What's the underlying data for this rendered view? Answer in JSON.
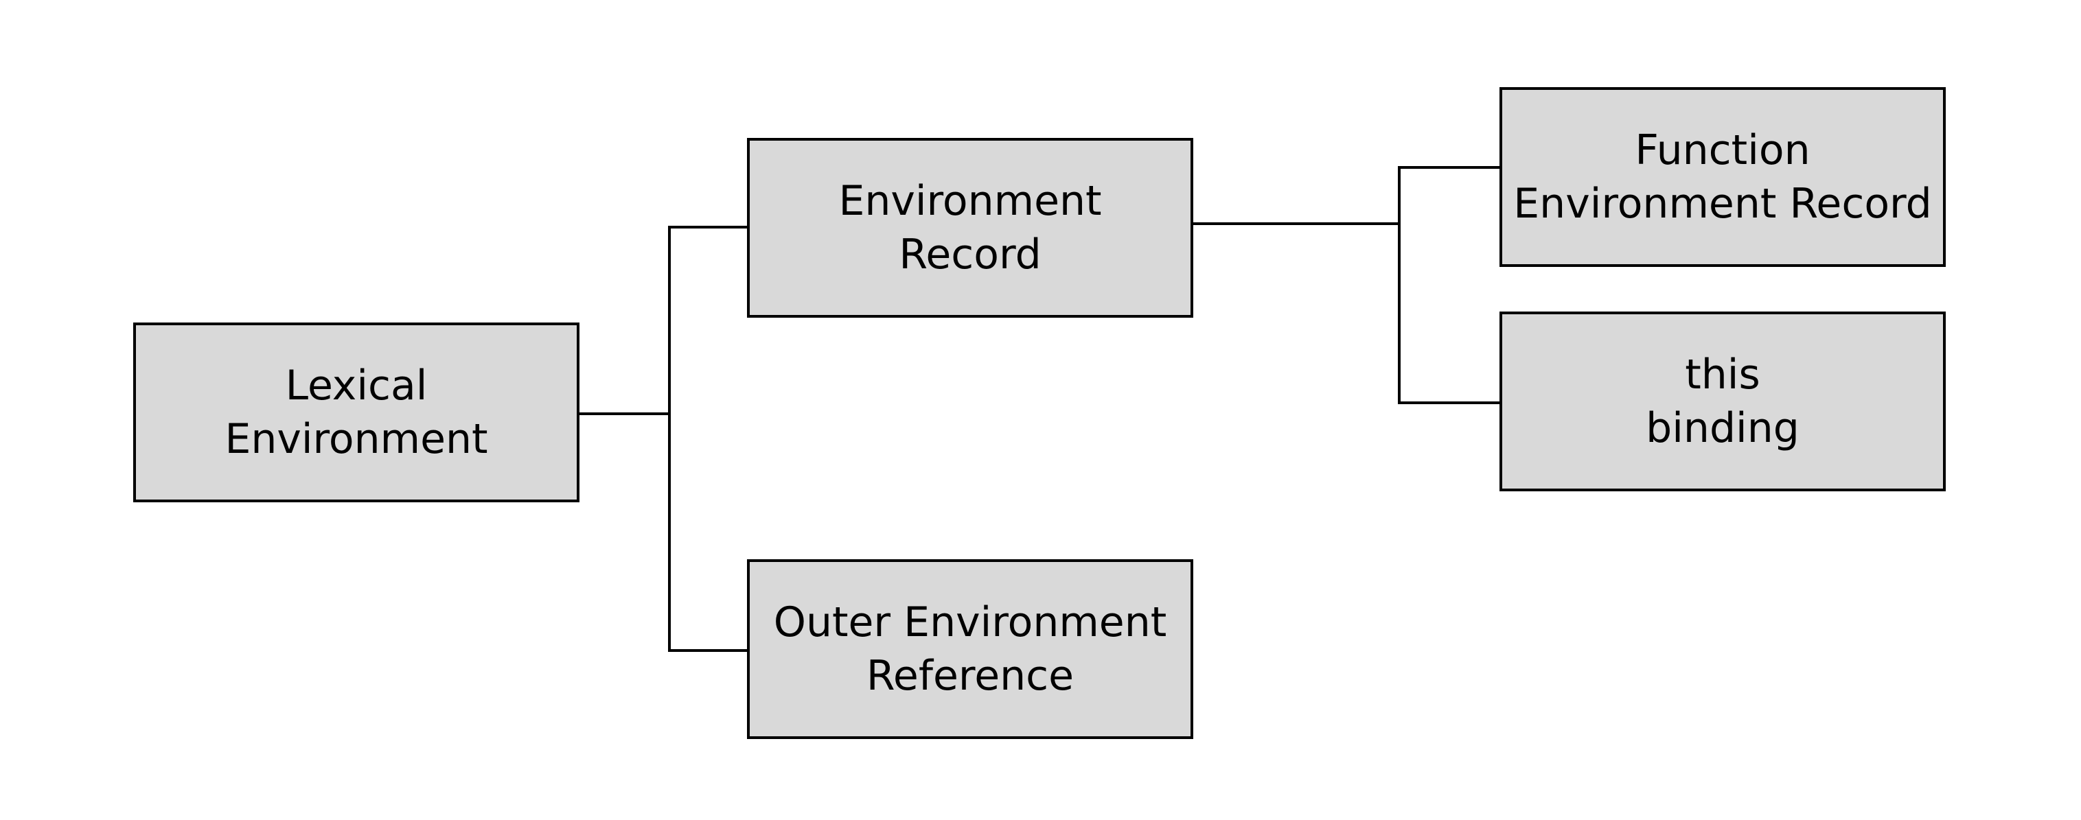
{
  "diagram": {
    "nodes": {
      "lexical_environment": {
        "line1": "Lexical",
        "line2": "Environment"
      },
      "environment_record": {
        "line1": "Environment",
        "line2": "Record"
      },
      "outer_environment_reference": {
        "line1": "Outer Environment",
        "line2": "Reference"
      },
      "function_environment_record": {
        "line1": "Function",
        "line2": "Environment Record"
      },
      "this_binding": {
        "line1": "this",
        "line2": "binding"
      }
    },
    "edges": [
      {
        "from": "lexical_environment",
        "to": "environment_record"
      },
      {
        "from": "lexical_environment",
        "to": "outer_environment_reference"
      },
      {
        "from": "environment_record",
        "to": "function_environment_record"
      },
      {
        "from": "environment_record",
        "to": "this_binding"
      }
    ],
    "colors": {
      "node_fill": "#d9d9d9",
      "node_border": "#000000",
      "connector": "#000000",
      "background": "#ffffff"
    }
  }
}
